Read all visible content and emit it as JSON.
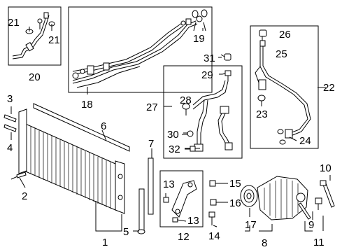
{
  "diagram": {
    "callouts": {
      "c1": "1",
      "c2": "2",
      "c3": "3",
      "c4": "4",
      "c5": "5",
      "c6": "6",
      "c7": "7",
      "c8": "8",
      "c9": "9",
      "c10": "10",
      "c11": "11",
      "c12": "12",
      "c13a": "13",
      "c13b": "13",
      "c14": "14",
      "c15": "15",
      "c16": "16",
      "c17": "17",
      "c18": "18",
      "c19": "19",
      "c20": "20",
      "c21a": "21",
      "c21b": "21",
      "c22": "22",
      "c23": "23",
      "c24": "24",
      "c25": "25",
      "c26": "26",
      "c27": "27",
      "c28": "28",
      "c29": "29",
      "c30": "30",
      "c31": "31",
      "c32": "32"
    }
  }
}
